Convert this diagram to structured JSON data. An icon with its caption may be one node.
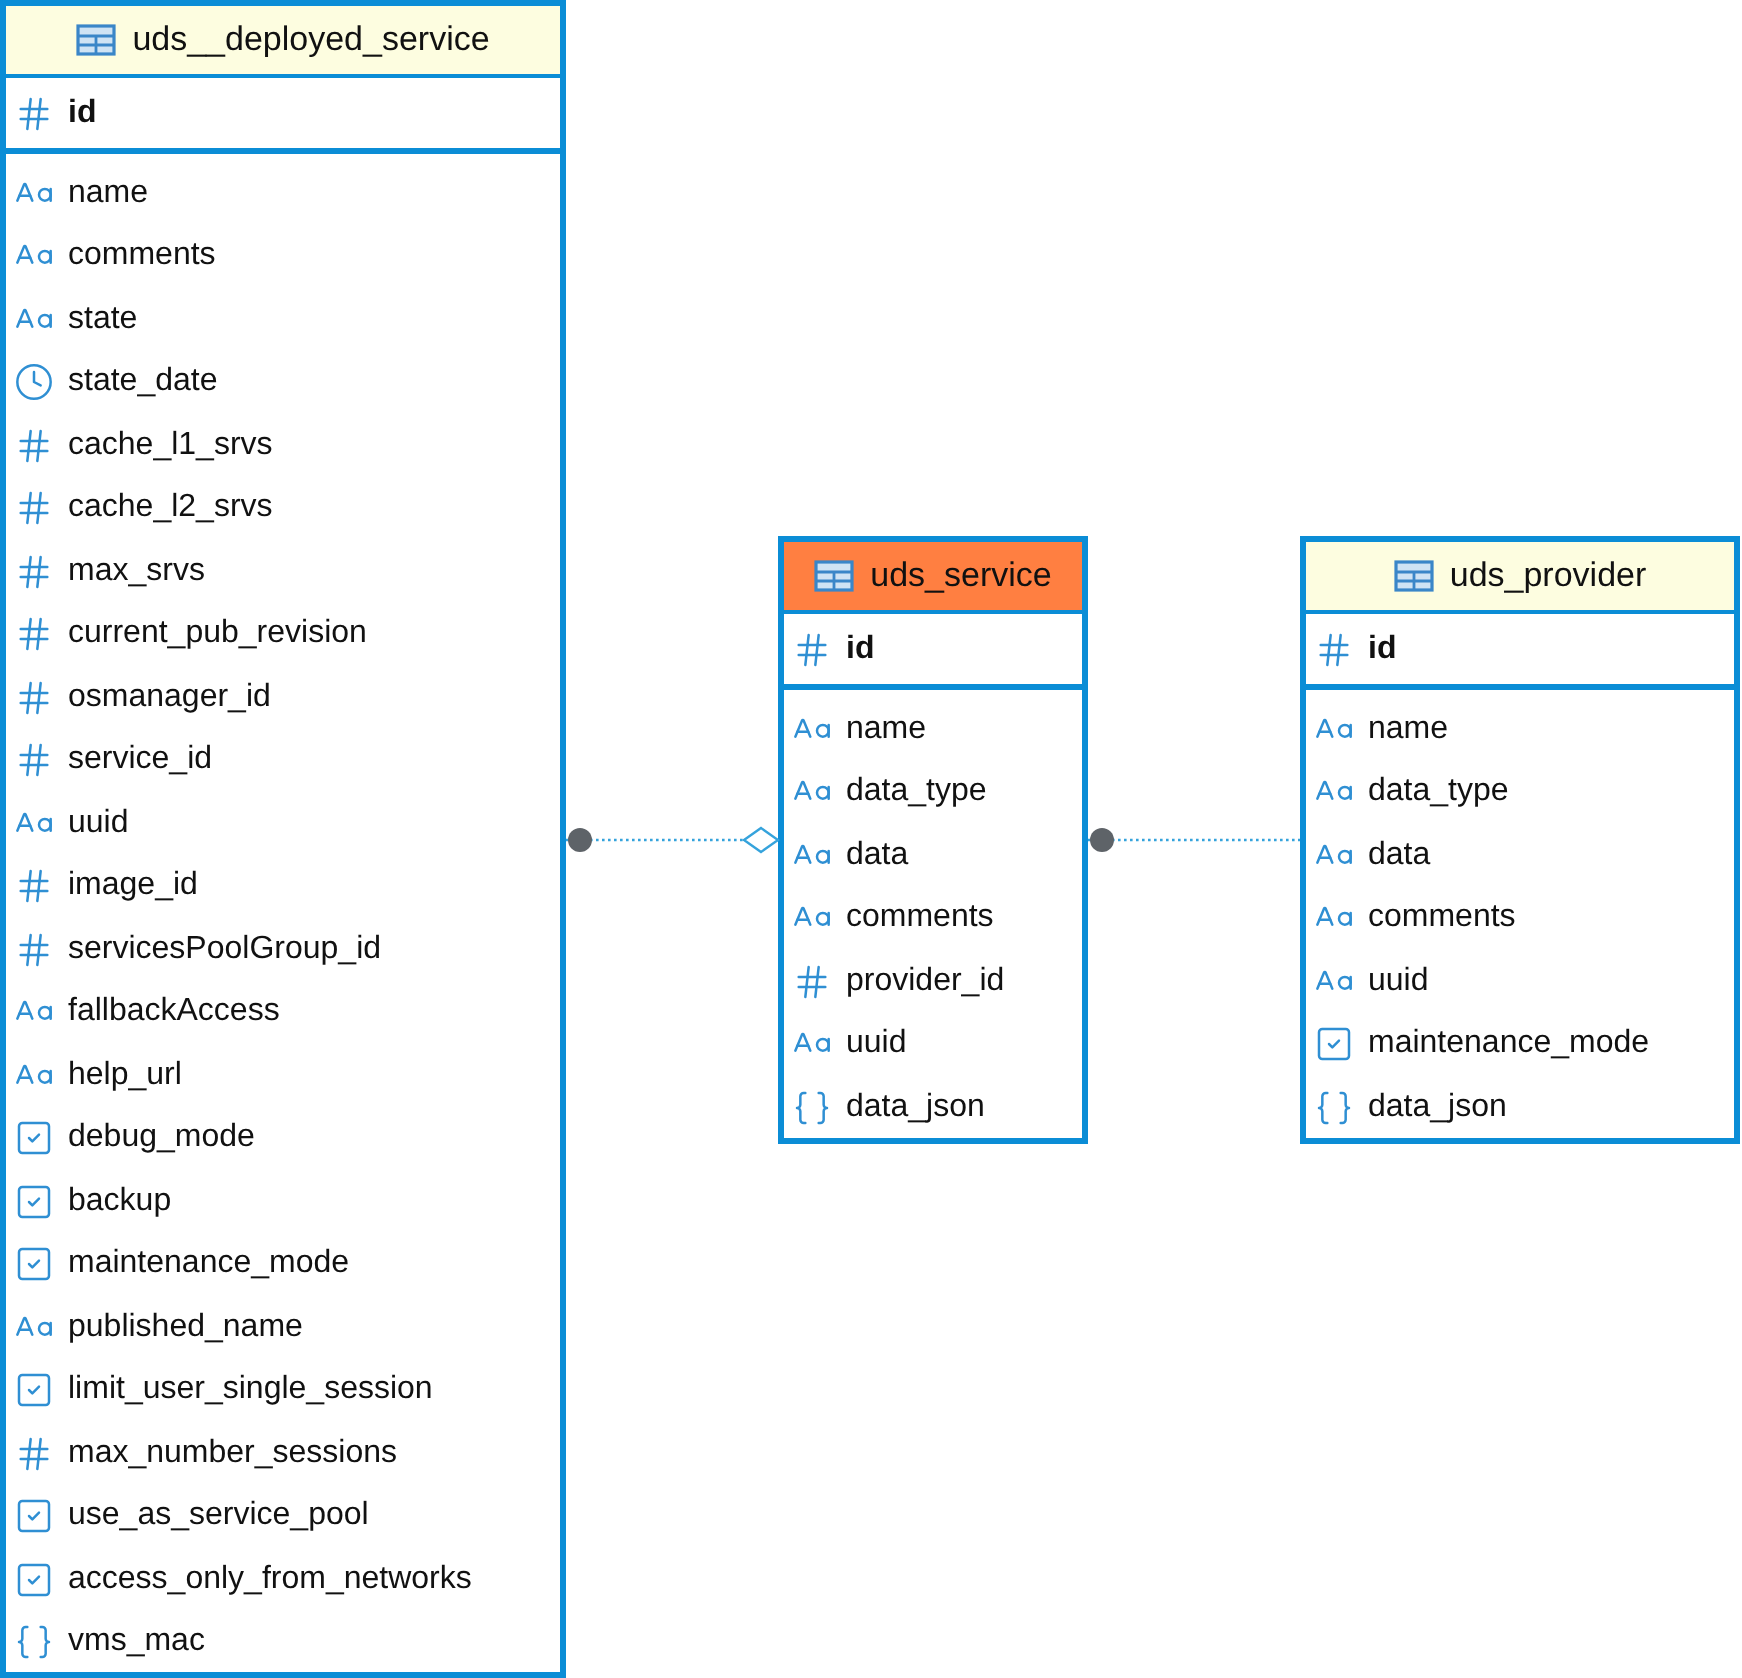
{
  "diagram": {
    "nodes": [
      {
        "text": [
          "uds__deployed_service",
          "id",
          "name",
          "comments",
          "state",
          "state_date",
          "cache_l1_srvs",
          "cache_l2_srvs",
          "max_srvs",
          "current_pub_revision",
          "osmanager_id",
          "service_id",
          "uuid",
          "image_id",
          "servicesPoolGroup_id",
          "fallbackAccess",
          "help_url",
          "debug_mode",
          "backup",
          "maintenance_mode",
          "published_name",
          "limit_user_single_session",
          "max_number_sessions",
          "use_as_service_pool",
          "access_only_from_networks",
          "vms_mac"
        ]
      },
      {
        "text": [
          "uds_service",
          "id",
          "name",
          "data_type",
          "data",
          "comments",
          "provider_id",
          "uuid",
          "data_json"
        ]
      },
      {
        "text": [
          "uds_provider",
          "id",
          "name",
          "data_type",
          "data",
          "comments",
          "uuid",
          "maintenance_mode",
          "data_json"
        ]
      }
    ],
    "edges": [
      {
        "from": 0,
        "to": 1,
        "arrow": "other"
      },
      {
        "from": 1,
        "to": 2,
        "arrow": "other"
      }
    ]
  }
}
